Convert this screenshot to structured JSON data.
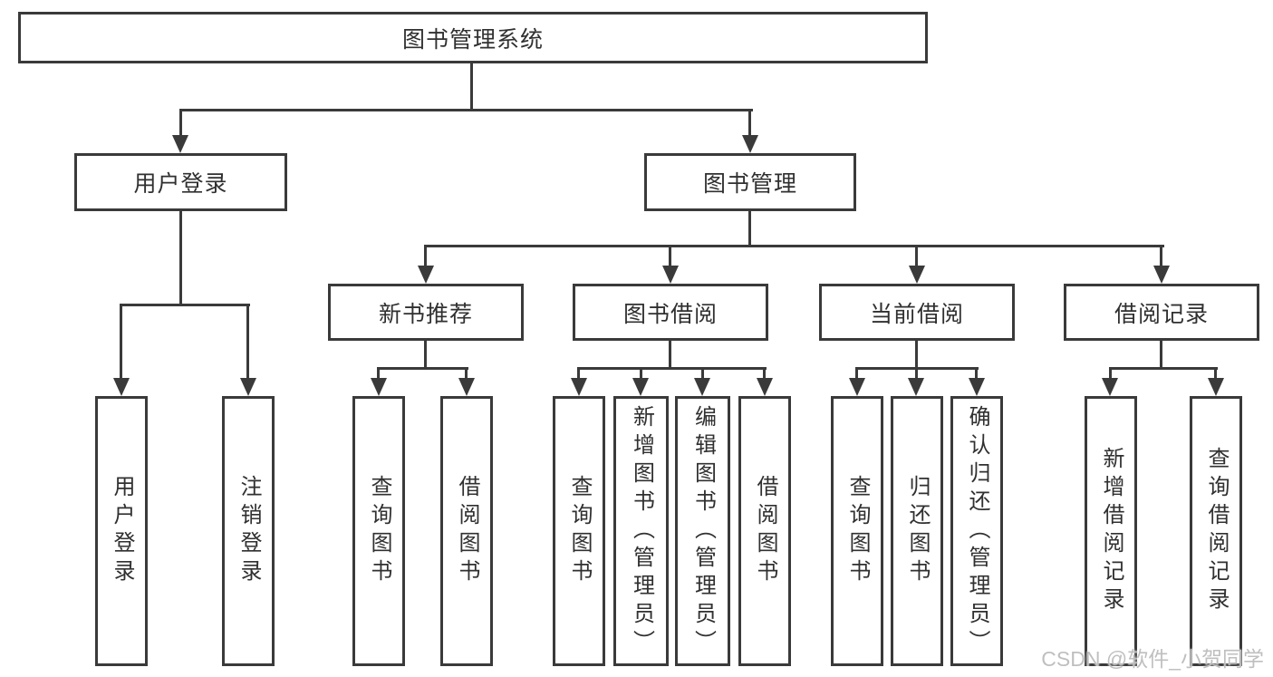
{
  "tree": {
    "label": "图书管理系统",
    "children": [
      {
        "label": "用户登录",
        "children": [
          {
            "label": "用户登录"
          },
          {
            "label": "注销登录"
          }
        ]
      },
      {
        "label": "图书管理",
        "children": [
          {
            "label": "新书推荐",
            "children": [
              {
                "label": "查询图书"
              },
              {
                "label": "借阅图书"
              }
            ]
          },
          {
            "label": "图书借阅",
            "children": [
              {
                "label": "查询图书"
              },
              {
                "label": "新增图书（管理员）"
              },
              {
                "label": "编辑图书（管理员）"
              },
              {
                "label": "借阅图书"
              }
            ]
          },
          {
            "label": "当前借阅",
            "children": [
              {
                "label": "查询图书"
              },
              {
                "label": "归还图书"
              },
              {
                "label": "确认归还（管理员）"
              }
            ]
          },
          {
            "label": "借阅记录",
            "children": [
              {
                "label": "新增借阅记录"
              },
              {
                "label": "查询借阅记录"
              }
            ]
          }
        ]
      }
    ]
  },
  "watermark": "CSDN @软件_小贺同学",
  "colors": {
    "line": "#3a3a3a",
    "box_border": "#3a3a3a",
    "box_fill": "#ffffff",
    "text": "#303030",
    "watermark": "#bfbfbf",
    "background": "#ffffff"
  }
}
